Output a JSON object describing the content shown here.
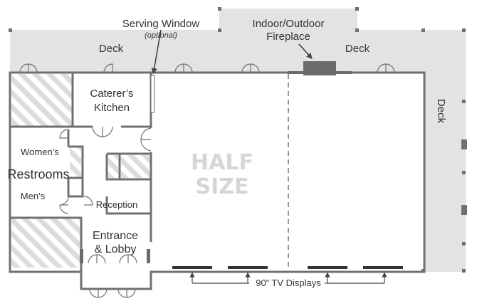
{
  "colors": {
    "deck": "#e3e3e3",
    "wall": "#707070",
    "hatch": "#dcdcdc",
    "fireplace": "#6b6b6b",
    "tv": "#333333",
    "text": "#333333",
    "watermark": "#d6d6d6"
  },
  "labels": {
    "serving_window": "Serving Window",
    "optional": "(optional)",
    "indoor_outdoor": "Indoor/Outdoor",
    "fireplace": "Fireplace",
    "deck_left": "Deck",
    "deck_right": "Deck",
    "deck_side": "Deck",
    "caterers": "Caterer’s",
    "kitchen": "Kitchen",
    "womens": "Women’s",
    "restrooms": "Restrooms",
    "mens": "Men’s",
    "reception": "Reception",
    "entrance": "Entrance",
    "lobby": "& Lobby",
    "half": "HALF",
    "size": "SIZE",
    "tv_displays": "90” TV Displays"
  },
  "icons": [
    "door-swing-icon",
    "arrow-icon",
    "fireplace-icon",
    "tv-display-icon"
  ]
}
